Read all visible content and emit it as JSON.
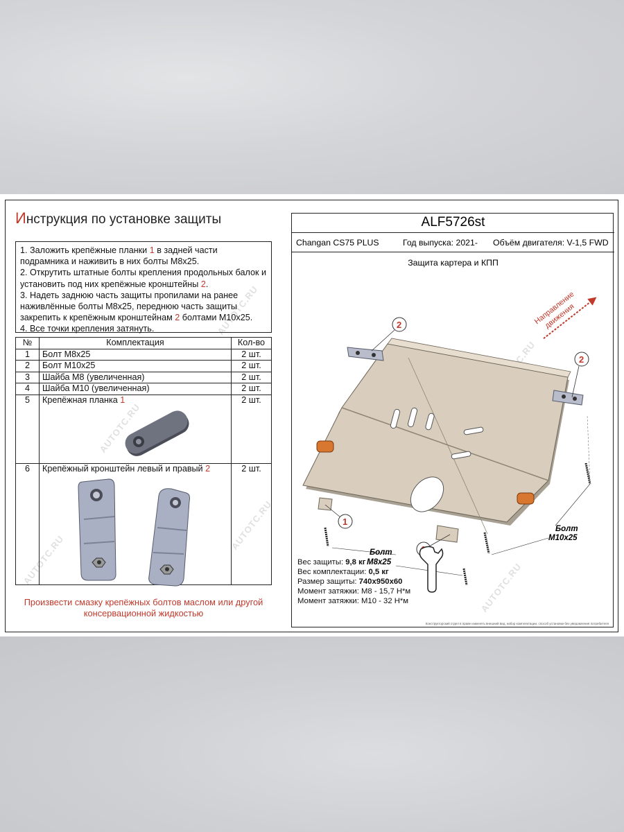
{
  "title": {
    "first_letter": "И",
    "rest": "нструкция по установке защиты"
  },
  "steps": [
    {
      "before": "1. Заложить крепёжные планки ",
      "ref": "1",
      "after": " в задней части подрамника и наживить в них болты М8х25."
    },
    {
      "before": "2. Открутить штатные болты крепления продольных балок и установить под них крепёжные кронштейны ",
      "ref": "2",
      "after": "."
    },
    {
      "before": "3. Надеть заднюю часть защиты пропилами на ранее наживлённые болты М8х25, переднюю часть защиты закрепить к крепёжным кронштейнам ",
      "ref": "2",
      "after": " болтами М10х25."
    },
    {
      "before": "4. Все точки крепления затянуть.",
      "ref": "",
      "after": ""
    }
  ],
  "parts_table": {
    "headers": [
      "№",
      "Комплектация",
      "Кол-во"
    ],
    "rows": [
      {
        "num": "1",
        "name": "Болт М8х25",
        "ref": "",
        "qty": "2 шт."
      },
      {
        "num": "2",
        "name": "Болт М10х25",
        "ref": "",
        "qty": "2 шт."
      },
      {
        "num": "3",
        "name": "Шайба М8 (увеличенная)",
        "ref": "",
        "qty": "2 шт."
      },
      {
        "num": "4",
        "name": "Шайба М10 (увеличенная)",
        "ref": "",
        "qty": "2 шт."
      },
      {
        "num": "5",
        "name": "Крепёжная планка ",
        "ref": "1",
        "qty": "2 шт."
      },
      {
        "num": "6",
        "name": "Крепёжный кронштейн левый и правый ",
        "ref": "2",
        "qty": "2 шт."
      }
    ]
  },
  "note": "Произвести смазку крепёжных болтов маслом или другой консервационной жидкостью",
  "product": {
    "code": "ALF5726st",
    "model": "Changan CS75 PLUS",
    "year": "Год выпуска: 2021-",
    "engine": "Объём двигателя: V-1,5 FWD",
    "subtitle": "Защита картера и КПП"
  },
  "diagram": {
    "direction_line1": "Направление",
    "direction_line2": "движения",
    "callout_1": "1",
    "callout_2": "2",
    "bolt_m10_line1": "Болт",
    "bolt_m10_line2": "М10х25",
    "bolt_m8_line1": "Болт",
    "bolt_m8_line2": "М8х25"
  },
  "specs": [
    {
      "label": "Вес защиты: ",
      "value": "9,8 кг"
    },
    {
      "label": "Вес комплектации: ",
      "value": "0,5 кг"
    },
    {
      "label": "Размер защиты: ",
      "value": "740х950х60"
    },
    {
      "label": "Момент затяжки:  ",
      "value": "М8 - 15,7 Н*м"
    },
    {
      "label": "Момент затяжки:  ",
      "value": "М10 - 32 Н*м"
    }
  ],
  "fine_print": "Конструкторский отдел в праве изменять внешний вид, набор комплектации, способ установки без уведомления потребителя",
  "watermark": "AUTOTC.RU",
  "colors": {
    "accent_red": "#c0392b",
    "plate": "#d9cdbd",
    "bracket": "#b8bccb"
  }
}
